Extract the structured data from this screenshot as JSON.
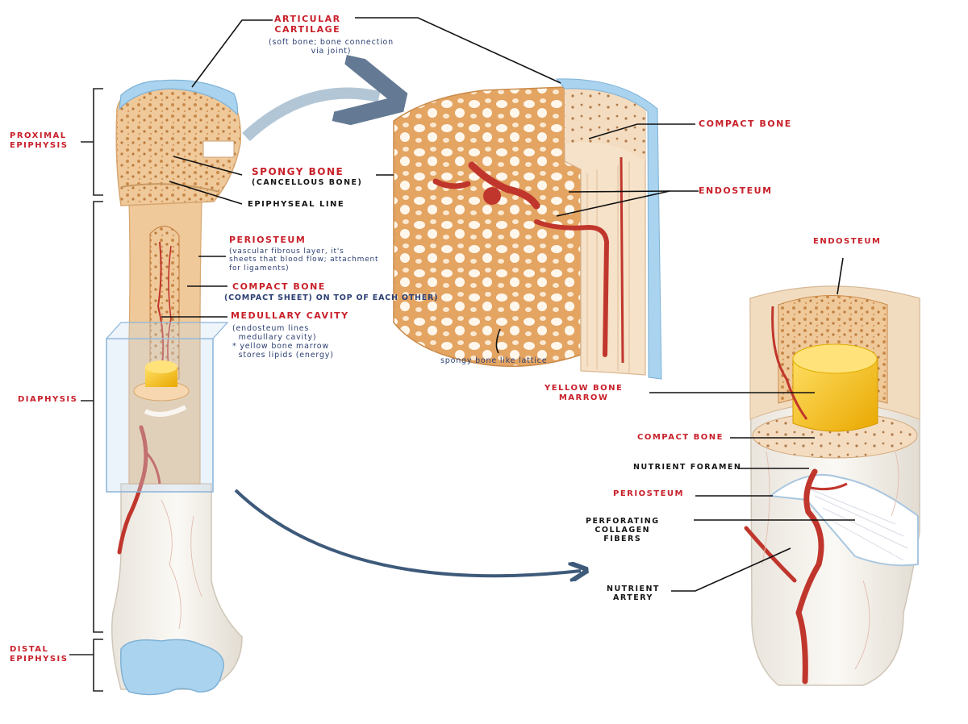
{
  "labels": {
    "articular_cartilage": "ARTICULAR\nCARTILAGE",
    "articular_note": "(soft bone; bone connection\nvia joint)",
    "proximal_epiphysis": "PROXIMAL\nEPIPHYSIS",
    "spongy_bone": "SPONGY BONE",
    "spongy_note": "(CANCELLOUS BONE)",
    "epiphyseal_line": "EPIPHYSEAL LINE",
    "periosteum": "PERIOSTEUM",
    "periosteum_note": "(vascular fibrous layer, it's\nsheets that blood flow; attachment\nfor ligaments)",
    "compact_bone_left": "COMPACT BONE",
    "compact_note": "(COMPACT SHEET) ON TOP OF EACH OTHER)",
    "medullary_cavity": "MEDULLARY CAVITY",
    "medullary_note": "(endosteum lines\n  medullary cavity)\n* yellow bone marrow\n  stores lipids (energy)",
    "diaphysis": "DIAPHYSIS",
    "distal_epiphysis": "DISTAL\nEPIPHYSIS",
    "compact_bone_top": "COMPACT BONE",
    "endosteum_mid": "ENDOSTEUM",
    "spongy_lattice_note": "spongy bone like lattice",
    "endosteum_right": "ENDOSTEUM",
    "yellow_bone_marrow": "YELLOW BONE\nMARROW",
    "compact_bone_right": "COMPACT BONE",
    "nutrient_foramen": "NUTRIENT FORAMEN",
    "periosteum_right": "PERIOSTEUM",
    "perforating_fibers": "PERFORATING\nCOLLAGEN\nFIBERS",
    "nutrient_artery": "NUTRIENT\nARTERY"
  },
  "colors": {
    "red_label": "#c8202a",
    "note_blue": "#2c3f73",
    "bone": "#f0c99a",
    "bone_dark": "#d89a5a",
    "cartilage": "#a9d3ee",
    "marrow": "#f5c400",
    "vessel": "#c0362c",
    "arrow": "#3e5a7a"
  }
}
